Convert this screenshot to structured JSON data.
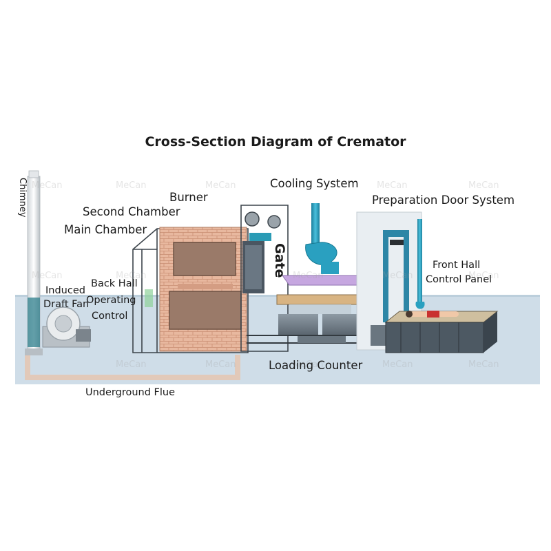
{
  "title": "Cross-Section Diagram of Cremator",
  "labels": {
    "chimney": "Chimney",
    "burner": "Burner",
    "second_chamber": "Second Chamber",
    "main_chamber": "Main Chamber",
    "cooling_system": "Cooling System",
    "preparation_door_system": "Preparation Door System",
    "gate": "Gate",
    "induced_draft_fan_line1": "Induced",
    "induced_draft_fan_line2": "Draft Fan",
    "back_hall": "Back Hall",
    "operating_control_line1": "Operating",
    "operating_control_line2": "Control",
    "front_hall_line1": "Front Hall",
    "front_hall_line2": "Control Panel",
    "loading_counter": "Loading Counter",
    "underground_flue": "Underground Flue"
  },
  "watermark": "MeCan",
  "colors": {
    "floor": "#cfdde8",
    "brick": "#e7b69d",
    "chamber": "#9a7a69",
    "cooling": "#2aa0c0",
    "flue": "#e2c9b9",
    "frame": "#4a5560"
  }
}
